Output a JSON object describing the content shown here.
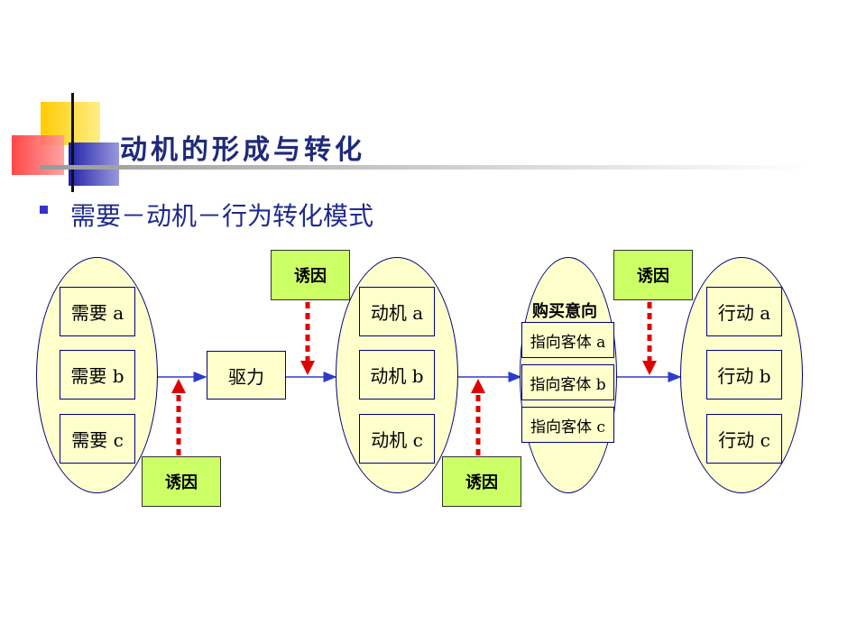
{
  "header": {
    "title": "动机的形成与转化"
  },
  "bullet": {
    "text": "需要－动机－行为转化模式"
  },
  "diagram": {
    "needs": [
      "需要 a",
      "需要 b",
      "需要 c"
    ],
    "drive": "驱力",
    "motives": [
      "动机 a",
      "动机 b",
      "动机 c"
    ],
    "purchase_intent_title": "购买意向",
    "purchase_targets": [
      "指向客体 a",
      "指向客体 b",
      "指向客体 c"
    ],
    "actions": [
      "行动 a",
      "行动 b",
      "行动 c"
    ],
    "inducement": [
      "诱因",
      "诱因",
      "诱因",
      "诱因"
    ]
  },
  "colors": {
    "title": "#1F2A7A",
    "ellipse_fill": "#FFFFCC",
    "inducement_fill": "#CCFF66",
    "dashed_arrow": "#E00000",
    "flow_arrow": "#2C3BCB"
  }
}
